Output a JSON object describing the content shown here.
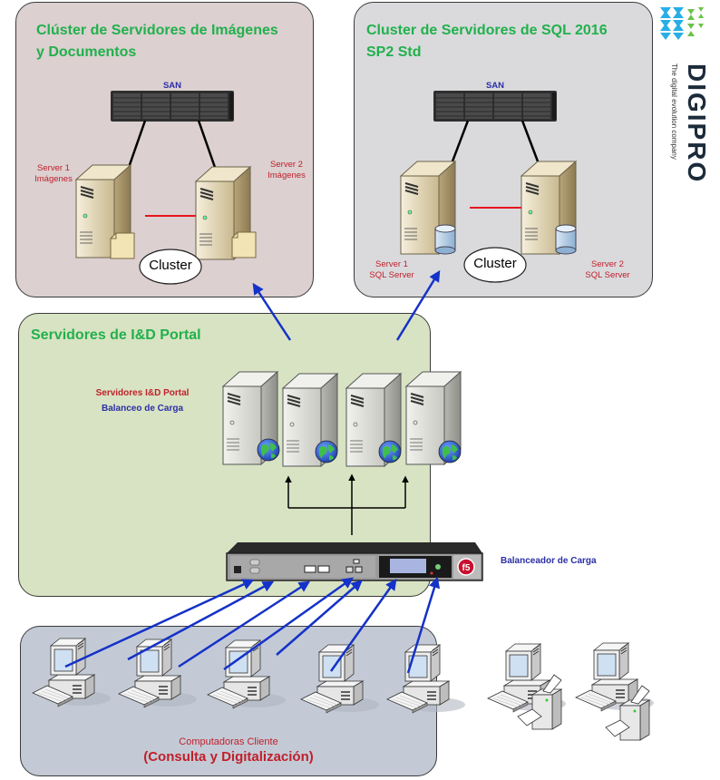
{
  "clusters": {
    "images": {
      "title_line1": "Clúster de Servidores de Imágenes",
      "title_line2": "y Documentos",
      "san_label": "SAN",
      "server1_line1": "Server 1",
      "server1_line2": "Imágenes",
      "server2_line1": "Server 2",
      "server2_line2": "Imágenes",
      "cluster_label": "Cluster"
    },
    "sql": {
      "title_line1": "Cluster de Servidores de SQL 2016",
      "title_line2": "SP2 Std",
      "san_label": "SAN",
      "server1_line1": "Server 1",
      "server1_line2": "SQL Server",
      "server2_line1": "Server 2",
      "server2_line2": "SQL Server",
      "cluster_label": "Cluster"
    }
  },
  "portal": {
    "title": "Servidores de  I&D Portal",
    "servers_label_line1": "Servidores I&D Portal",
    "servers_label_line2": "Balanceo de Carga",
    "server_count": 4,
    "load_balancer_label": "Balanceador de Carga"
  },
  "clients": {
    "label_line1": "Computadoras Cliente",
    "label_line2": "(Consulta y Digitalización)",
    "computer_count": 7,
    "scanner_count": 2
  },
  "logo": {
    "brand": "DIGIPRO",
    "tagline": "The digital evolution company"
  },
  "colors": {
    "title_green": "#22b04c",
    "label_red": "#c0202a",
    "label_blue": "#2b2ea6",
    "link_blue": "#1432c8",
    "cluster_link_red": "#e8141e"
  }
}
